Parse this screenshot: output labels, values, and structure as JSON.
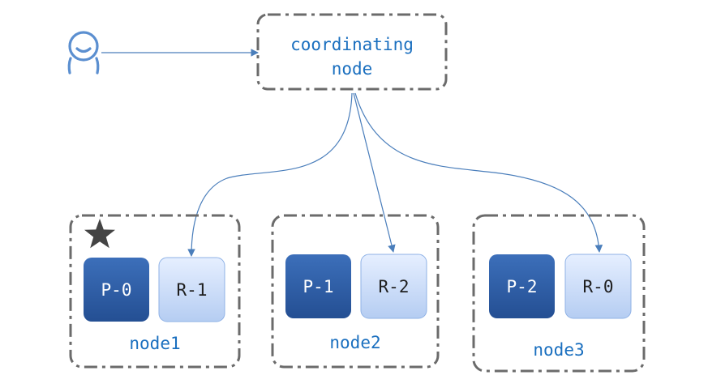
{
  "coordinator": {
    "label_line1": "coordinating",
    "label_line2": "node"
  },
  "nodes": [
    {
      "label": "node1",
      "primary": "P-0",
      "replica": "R-1",
      "starred": true
    },
    {
      "label": "node2",
      "primary": "P-1",
      "replica": "R-2",
      "starred": false
    },
    {
      "label": "node3",
      "primary": "P-2",
      "replica": "R-0",
      "starred": false
    }
  ],
  "icons": {
    "client": "user-icon",
    "star": "star-icon"
  },
  "colors": {
    "frame": "#6b6b6b",
    "text_blue": "#1a6fbf",
    "arrow": "#4a7ebb",
    "icon_blue": "#5b8fd0",
    "primary_fill": "#2f5fa7",
    "replica_fill": "#c9dcf7"
  }
}
